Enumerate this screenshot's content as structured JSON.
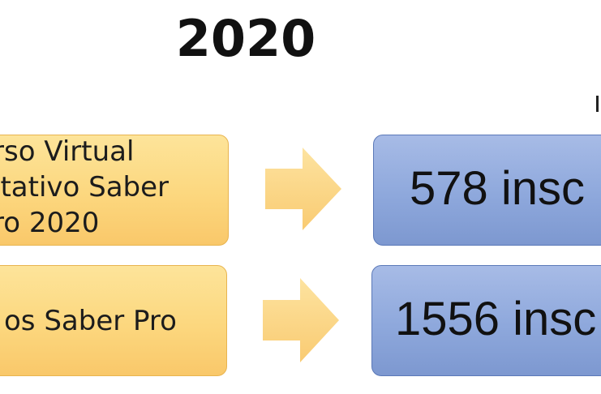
{
  "title": "2020",
  "rows": [
    {
      "left_lines": [
        "rso Virtual",
        "itativo Saber",
        "ro 2020"
      ],
      "right_text": "578 insc"
    },
    {
      "left_lines": [
        "os Saber Pro"
      ],
      "right_text": "1556 insc"
    }
  ],
  "colors": {
    "left_box": "#fcd77e",
    "right_box": "#8ea8dc",
    "arrow": "#fcd77e"
  }
}
